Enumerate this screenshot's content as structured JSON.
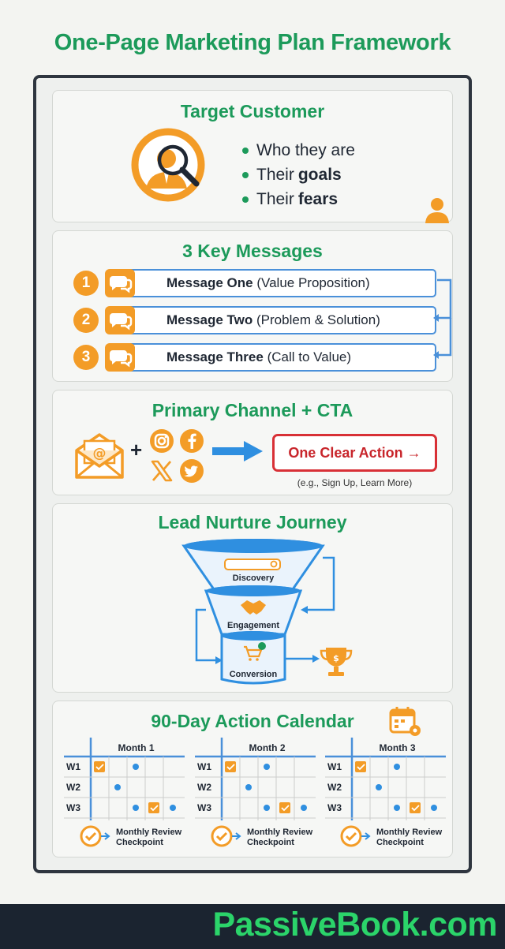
{
  "page_title": "One-Page Marketing Plan Framework",
  "colors": {
    "title_green": "#1c9a5a",
    "orange": "#f39c27",
    "blue": "#4a90d9",
    "cta_red": "#d83036",
    "footer_bg": "#1b2430",
    "brand_green": "#2bd46a"
  },
  "target_customer": {
    "title": "Target Customer",
    "icon": "customer-search-icon",
    "bullets": [
      {
        "text": "Who they are",
        "bold": ""
      },
      {
        "text": "Their",
        "bold": "goals"
      },
      {
        "text": "Their",
        "bold": "fears"
      }
    ]
  },
  "key_messages": {
    "title": "3 Key Messages",
    "items": [
      {
        "number": "1",
        "label": "Message One",
        "detail": "(Value Proposition)"
      },
      {
        "number": "2",
        "label": "Message Two",
        "detail": "(Problem & Solution)"
      },
      {
        "number": "3",
        "label": "Message Three",
        "detail": "(Call to Value)"
      }
    ]
  },
  "channel": {
    "title": "Primary Channel + CTA",
    "plus": "+",
    "cta_label": "One Clear Action →",
    "cta_note": "(e.g., Sign Up, Learn More)"
  },
  "nurture": {
    "title": "Lead Nurture Journey",
    "stages": [
      "Discovery",
      "Engagement",
      "Conversion"
    ]
  },
  "calendar": {
    "title": "90-Day Action Calendar",
    "months": [
      {
        "name": "Month 1",
        "weeks": [
          "W1",
          "W2",
          "W3"
        ],
        "review": "Monthly Review Checkpoint"
      },
      {
        "name": "Month 2",
        "weeks": [
          "W1",
          "W2",
          "W3"
        ],
        "review": "Monthly Review Checkpoint"
      },
      {
        "name": "Month 3",
        "weeks": [
          "W1",
          "W2",
          "W3"
        ],
        "review": "Monthly Review Checkpoint"
      }
    ]
  },
  "footer": {
    "brand": "PassiveBook.com"
  }
}
